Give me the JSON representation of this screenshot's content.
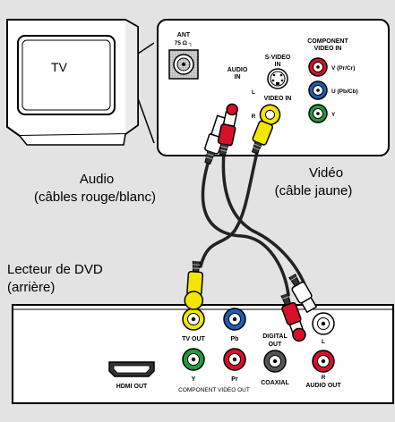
{
  "tv": {
    "label": "TV"
  },
  "tv_panel": {
    "ant_label": "ANT",
    "ant_value": "75 Ω ┐",
    "audio_in_label_1": "AUDIO",
    "audio_in_label_2": "IN",
    "audio_l": "L",
    "audio_r": "R",
    "svideo_label_1": "S-VIDEO",
    "svideo_label_2": "IN",
    "video_in_label": "VIDEO IN",
    "component_label_1": "COMPONENT",
    "component_label_2": "VIDEO IN",
    "v_label": "V (Pr/Cr)",
    "u_label": "U (Pb/Cb)",
    "y_label": "Y"
  },
  "captions": {
    "audio_line1": "Audio",
    "audio_line2": "(câbles rouge/blanc)",
    "video_line1": "Vidéo",
    "video_line2": "(câble jaune)",
    "dvd_line1": "Lecteur de DVD",
    "dvd_line2": "(arrière)"
  },
  "dvd_panel": {
    "tv_out": "TV OUT",
    "pb": "Pb",
    "y": "Y",
    "pr": "Pr",
    "component_video_out": "COMPONENT VIDEO OUT",
    "digital_out_1": "DIGITAL",
    "digital_out_2": "OUT",
    "coaxial": "COAXIAL",
    "l": "L",
    "r": "R",
    "audio_out": "AUDIO OUT",
    "hdmi_out": "HDMI OUT"
  },
  "colors": {
    "background": "#e3e3e3",
    "jack_yellow": "#f3e600",
    "jack_red": "#d8102a",
    "jack_blue": "#1d5fb4",
    "jack_green": "#1f9d3c",
    "cable": "#222222"
  }
}
